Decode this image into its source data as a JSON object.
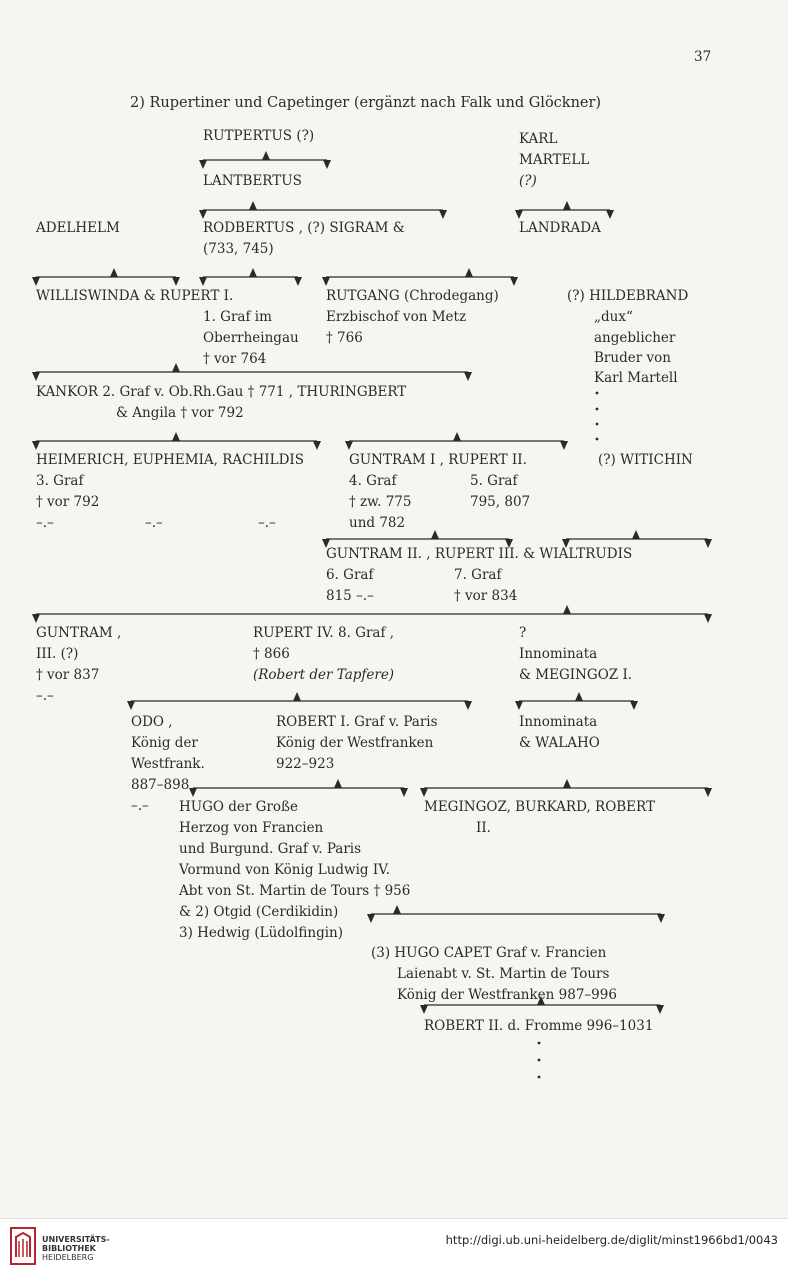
{
  "page_number": "37",
  "title": "2) Rupertiner und Capetinger (ergänzt nach Falk und Glöckner)",
  "tree": [
    {
      "id": "rutpertus",
      "label": "RUTPERTUS (?)"
    },
    {
      "id": "karl-1",
      "label": "KARL"
    },
    {
      "id": "karl-2",
      "label": "MARTELL"
    },
    {
      "id": "karl-3",
      "label": "(?)"
    },
    {
      "id": "lantbertus",
      "label": "LANTBERTUS"
    },
    {
      "id": "adelhelm",
      "label": "ADELHELM"
    },
    {
      "id": "rodbertus",
      "label": "RODBERTUS , (?) SIGRAM &"
    },
    {
      "id": "rodbertus-dates",
      "label": "(733, 745)"
    },
    {
      "id": "landrada",
      "label": "LANDRADA"
    },
    {
      "id": "williswinda",
      "label": "WILLISWINDA & RUPERT I."
    },
    {
      "id": "rupert1-1",
      "label": "1. Graf im"
    },
    {
      "id": "rupert1-2",
      "label": "Oberrheingau"
    },
    {
      "id": "rupert1-3",
      "label": "† vor 764"
    },
    {
      "id": "rutgang",
      "label": "RUTGANG (Chrodegang)"
    },
    {
      "id": "rutgang-1",
      "label": "Erzbischof von Metz"
    },
    {
      "id": "rutgang-2",
      "label": "† 766"
    },
    {
      "id": "hildebrand",
      "label": "(?) HILDEBRAND"
    },
    {
      "id": "hildebrand-1",
      "label": "„dux“"
    },
    {
      "id": "hildebrand-2",
      "label": "angeblicher"
    },
    {
      "id": "hildebrand-3",
      "label": "Bruder von"
    },
    {
      "id": "hildebrand-4",
      "label": "Karl Martell"
    },
    {
      "id": "kankor",
      "label": "KANKOR 2. Graf v. Ob.Rh.Gau † 771 , THURINGBERT"
    },
    {
      "id": "kankor-2",
      "label": "& Angila † vor 792"
    },
    {
      "id": "heimerich",
      "label": "HEIMERICH, EUPHEMIA, RACHILDIS"
    },
    {
      "id": "heimerich-1",
      "label": "3. Graf"
    },
    {
      "id": "heimerich-2",
      "label": "† vor 792"
    },
    {
      "id": "dash-1",
      "label": "–.–"
    },
    {
      "id": "dash-2",
      "label": "–.–"
    },
    {
      "id": "dash-3",
      "label": "–.–"
    },
    {
      "id": "guntram1",
      "label": "GUNTRAM I , RUPERT II."
    },
    {
      "id": "guntram1-1",
      "label": "4. Graf"
    },
    {
      "id": "guntram1-2",
      "label": "† zw. 775"
    },
    {
      "id": "guntram1-3",
      "label": "und 782"
    },
    {
      "id": "rupert2-1",
      "label": "5. Graf"
    },
    {
      "id": "rupert2-2",
      "label": "795, 807"
    },
    {
      "id": "witichin",
      "label": "(?) WITICHIN"
    },
    {
      "id": "guntram2",
      "label": "GUNTRAM II. , RUPERT III. & WIALTRUDIS"
    },
    {
      "id": "guntram2-1",
      "label": "6. Graf"
    },
    {
      "id": "guntram2-2",
      "label": "815 –.–"
    },
    {
      "id": "rupert3-1",
      "label": "7. Graf"
    },
    {
      "id": "rupert3-2",
      "label": "† vor 834"
    },
    {
      "id": "guntram3",
      "label": "GUNTRAM ,"
    },
    {
      "id": "guntram3-1",
      "label": "III. (?)"
    },
    {
      "id": "guntram3-2",
      "label": "† vor 837"
    },
    {
      "id": "guntram3-3",
      "label": "–.–"
    },
    {
      "id": "rupert4",
      "label": "RUPERT IV. 8. Graf ,"
    },
    {
      "id": "rupert4-1",
      "label": "† 866"
    },
    {
      "id": "rupert4-2",
      "label": "(Robert der Tapfere)"
    },
    {
      "id": "innominata-q",
      "label": "?"
    },
    {
      "id": "innominata-1",
      "label": "Innominata"
    },
    {
      "id": "megingoz",
      "label": "& MEGINGOZ I."
    },
    {
      "id": "odo",
      "label": "ODO ,"
    },
    {
      "id": "odo-1",
      "label": "König der"
    },
    {
      "id": "odo-2",
      "label": "Westfrank."
    },
    {
      "id": "odo-3",
      "label": "887–898"
    },
    {
      "id": "odo-4",
      "label": "–.–"
    },
    {
      "id": "robert1",
      "label": "ROBERT I. Graf v. Paris"
    },
    {
      "id": "robert1-1",
      "label": "König der Westfranken"
    },
    {
      "id": "robert1-2",
      "label": "922–923"
    },
    {
      "id": "innominata2",
      "label": "Innominata"
    },
    {
      "id": "walaho",
      "label": "& WALAHO"
    },
    {
      "id": "hugo",
      "label": "HUGO der Große"
    },
    {
      "id": "hugo-1",
      "label": "Herzog von Francien"
    },
    {
      "id": "hugo-2",
      "label": "und Burgund. Graf v. Paris"
    },
    {
      "id": "hugo-3",
      "label": "Vormund von König Ludwig IV."
    },
    {
      "id": "hugo-4",
      "label": "Abt von St. Martin de Tours † 956"
    },
    {
      "id": "hugo-5",
      "label": "& 2) Otgid (Cerdikidin)"
    },
    {
      "id": "hugo-6",
      "label": "3) Hedwig (Lüdolfingin)"
    },
    {
      "id": "megingoz2",
      "label": "MEGINGOZ, BURKARD, ROBERT"
    },
    {
      "id": "megingoz2-1",
      "label": "II."
    },
    {
      "id": "hugocapet",
      "label": "(3) HUGO CAPET Graf v. Francien"
    },
    {
      "id": "hugocapet-1",
      "label": "Laienabt v. St. Martin de Tours"
    },
    {
      "id": "hugocapet-2",
      "label": "König der Westfranken 987–996"
    },
    {
      "id": "robert2",
      "label": "ROBERT II. d. Fromme 996–1031"
    }
  ],
  "footer": {
    "logo_line1": "UNIVERSITÄTS-",
    "logo_line2": "BIBLIOTHEK",
    "logo_line3": "HEIDELBERG",
    "url": "http://digi.ub.uni-heidelberg.de/diglit/minst1966bd1/0043"
  },
  "colors": {
    "ink": "#2a2a2a",
    "paper": "#f7f5f0",
    "logo_red": "#b3262e"
  }
}
